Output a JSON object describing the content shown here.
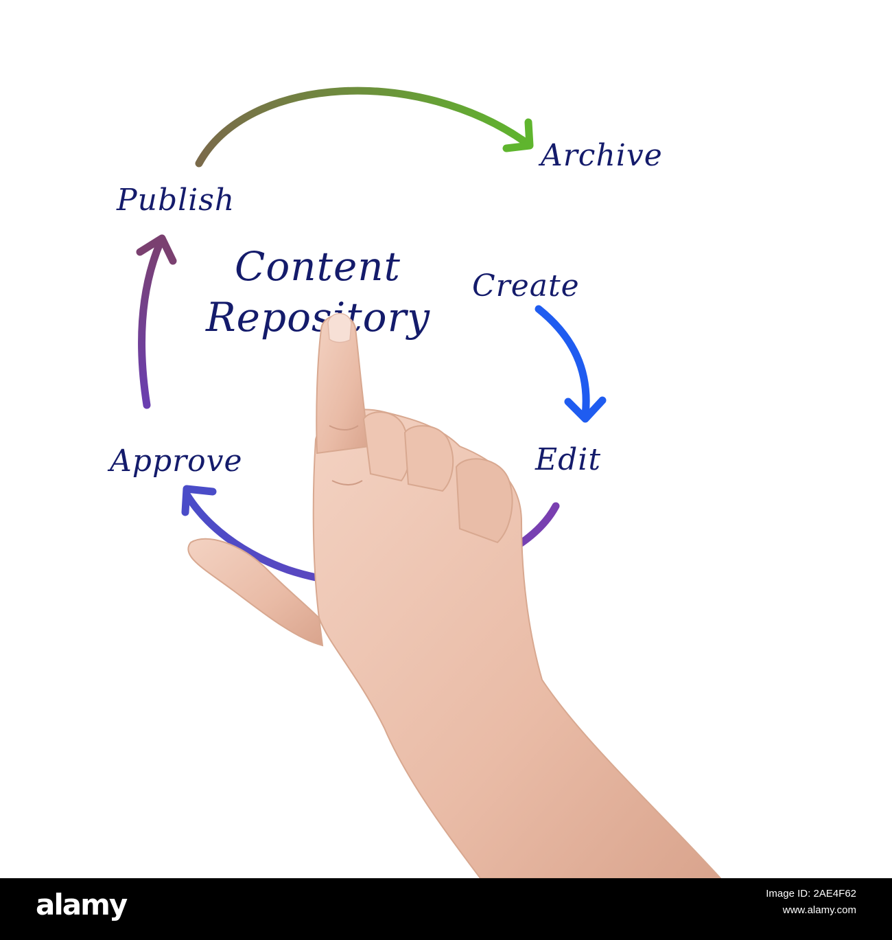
{
  "diagram": {
    "title_line1": "Content",
    "title_line2": "Repository",
    "nodes": {
      "archive": "Archive",
      "publish": "Publish",
      "create": "Create",
      "edit": "Edit",
      "approve": "Approve"
    },
    "arrow_colors": {
      "publish_to_archive": [
        "#7a6a4a",
        "#5fb52e"
      ],
      "create_to_edit": "#1f5cf0",
      "edit_to_approve": [
        "#7a3fb0",
        "#4a4cc8"
      ],
      "approve_to_publish": [
        "#6a3fb0",
        "#7a4070"
      ]
    },
    "text_color": "#141b6b"
  },
  "watermark": {
    "logo": "alamy",
    "image_id": "Image ID: 2AE4F62",
    "url": "www.alamy.com"
  }
}
